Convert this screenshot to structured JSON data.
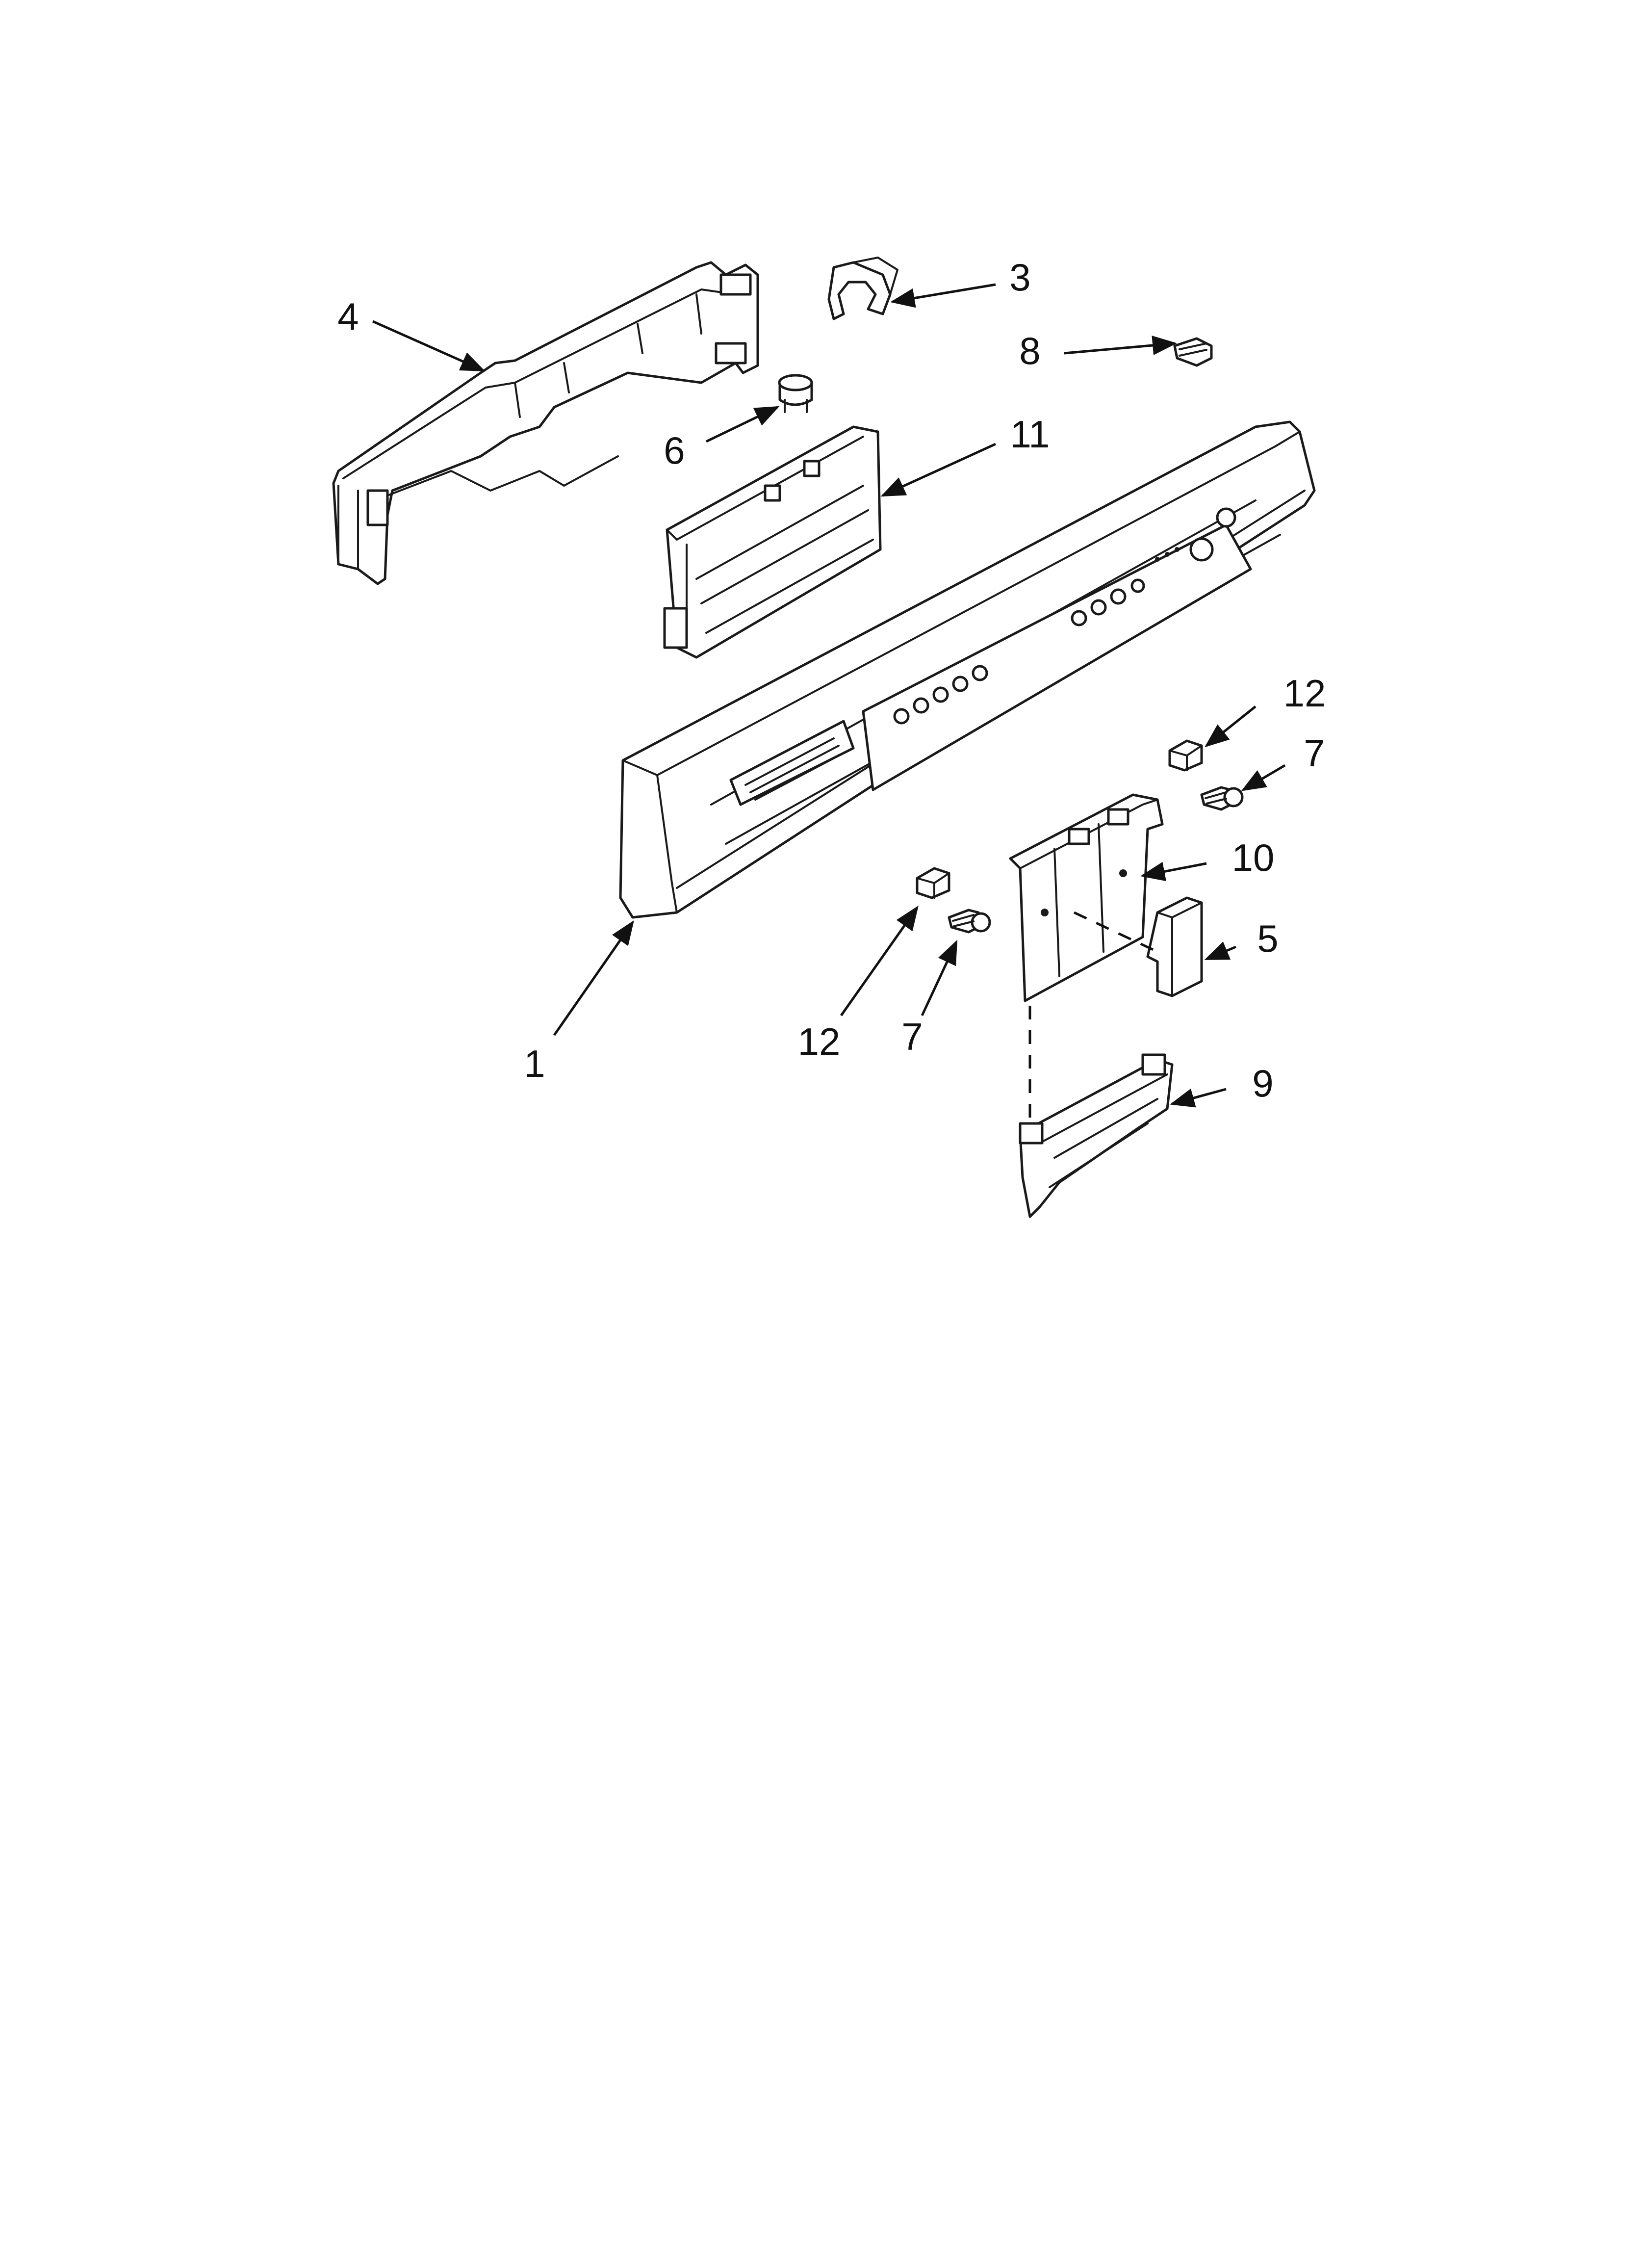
{
  "diagram": {
    "type": "exploded-parts-view",
    "callouts": [
      {
        "id": "c1",
        "label": "1"
      },
      {
        "id": "c3",
        "label": "3"
      },
      {
        "id": "c4",
        "label": "4"
      },
      {
        "id": "c5",
        "label": "5"
      },
      {
        "id": "c6",
        "label": "6"
      },
      {
        "id": "c7a",
        "label": "7"
      },
      {
        "id": "c7b",
        "label": "7"
      },
      {
        "id": "c8",
        "label": "8"
      },
      {
        "id": "c9",
        "label": "9"
      },
      {
        "id": "c10",
        "label": "10"
      },
      {
        "id": "c11",
        "label": "11"
      },
      {
        "id": "c12a",
        "label": "12"
      },
      {
        "id": "c12b",
        "label": "12"
      }
    ],
    "colors": {
      "line": "#1a1a1a",
      "background": "#ffffff"
    }
  }
}
